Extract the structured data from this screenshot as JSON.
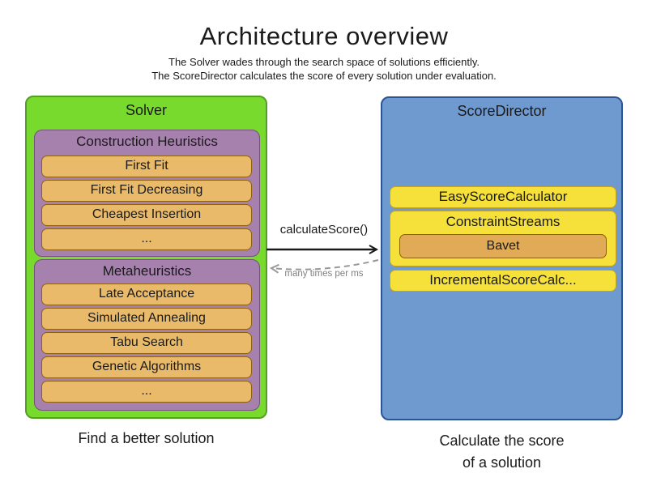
{
  "header": {
    "title": "Architecture overview",
    "subtitle1": "The Solver wades through the search space of solutions efficiently.",
    "subtitle2": "The ScoreDirector calculates the score of every solution under evaluation."
  },
  "solver": {
    "title": "Solver",
    "caption": "Find a better solution",
    "sections": [
      {
        "title": "Construction Heuristics",
        "items": [
          "First Fit",
          "First Fit Decreasing",
          "Cheapest Insertion",
          "..."
        ]
      },
      {
        "title": "Metaheuristics",
        "items": [
          "Late Acceptance",
          "Simulated Annealing",
          "Tabu Search",
          "Genetic Algorithms",
          "..."
        ]
      }
    ]
  },
  "score_director": {
    "title": "ScoreDirector",
    "caption_line1": "Calculate the score",
    "caption_line2": "of a solution",
    "calculators": [
      "EasyScoreCalculator",
      "ConstraintStreams",
      "IncrementalScoreCalc..."
    ],
    "constraint_streams_child": "Bavet"
  },
  "arrows": {
    "call_label": "calculateScore()",
    "frequency_label": "many times per ms"
  },
  "colors": {
    "solver_fill": "#79da2e",
    "solver_border": "#53a023",
    "section_fill": "#a781ae",
    "section_border": "#74507a",
    "item_fill": "#e9ba69",
    "item_border": "#90610a",
    "director_fill": "#6f9ad0",
    "director_border": "#2d5596",
    "calculator_fill": "#f6e13b",
    "calculator_border": "#c4a51a",
    "bavet_fill": "#e0aa56",
    "arrow_solid": "#1a1a1a",
    "arrow_dashed": "#999999"
  }
}
